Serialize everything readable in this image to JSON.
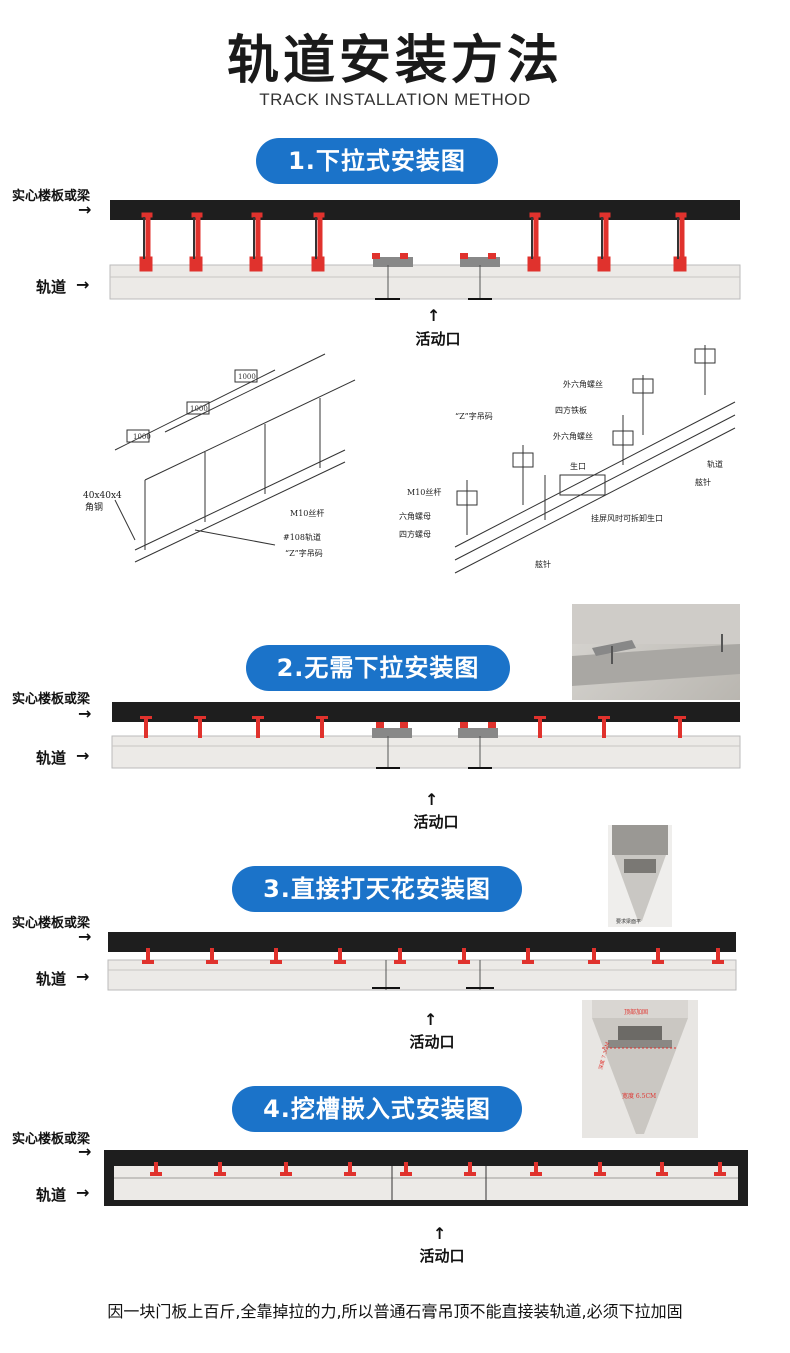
{
  "header": {
    "title": "轨道安装方法",
    "subtitle": "TRACK INSTALLATION METHOD"
  },
  "sections": [
    {
      "label": "1.下拉式安装图"
    },
    {
      "label": "2.无需下拉安装图"
    },
    {
      "label": "3.直接打天花安装图"
    },
    {
      "label": "4.挖槽嵌入式安装图"
    }
  ],
  "labels": {
    "slab": "实心楼板或梁",
    "track": "轨道",
    "arrow": "→",
    "up_arrow": "↑",
    "opening": "活动口"
  },
  "drawing_left": {
    "angle_steel": "40x40x4",
    "angle_steel2": "角钢",
    "rod": "M10丝杆",
    "track": "#108轨道",
    "hanger": "“Z”字吊码",
    "dim": "1000"
  },
  "drawing_right": {
    "hex_bolt": "外六角螺丝",
    "square_plate": "四方铁板",
    "z_hanger": "“Z”字吊码",
    "hex_bolt2": "外六角螺丝",
    "opening_top": "生口",
    "rod": "M10丝杆",
    "hex_nut": "六角螺母",
    "square_nut": "四方螺母",
    "track": "轨道",
    "pin": "舷针",
    "note": "挂屏风时可拆卸生口",
    "pin2": "舷针"
  },
  "photo_notes": {
    "photo3": "要求梁面平",
    "photo4_top": "顶部加固",
    "photo4_side": "深度 7.3CM",
    "photo4_bottom": "宽度 6.5CM"
  },
  "footer": "因一块门板上百斤,全靠掉拉的力,所以普通石膏吊顶不能直接装轨道,必须下拉加固",
  "colors": {
    "accent": "#1b73c9",
    "beam": "#1e1e1e",
    "bracket": "#e0322d",
    "track": "#e8e6e3"
  }
}
